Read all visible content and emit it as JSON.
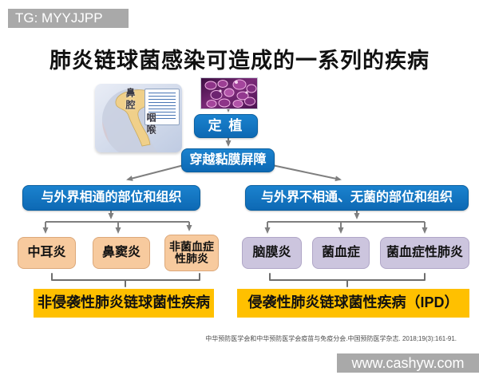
{
  "watermarks": {
    "top": "TG: MYYJJPP",
    "bottom": "www.cashyw.com"
  },
  "title": "肺炎链球菌感染可造成的一系列的疾病",
  "anatomy": {
    "nose_label": "鼻腔",
    "throat_label": "咽喉"
  },
  "flow": {
    "colonization": "定 植",
    "barrier": "穿越黏膜屏障",
    "branch_left": "与外界相通的部位和组织",
    "branch_right": "与外界不相通、无菌的部位和组织",
    "diseases_left": [
      "中耳炎",
      "鼻窦炎",
      "非菌血症性肺炎"
    ],
    "diseases_right": [
      "脑膜炎",
      "菌血症",
      "菌血症性肺炎"
    ],
    "summary_left": "非侵袭性肺炎链球菌性疾病",
    "summary_right": "侵袭性肺炎链球菌性疾病（IPD）"
  },
  "citation": "中华预防医学会和中华预防医学会疫苗与免疫分会.中国预防医学杂志. 2018;19(3):161-91.",
  "colors": {
    "flow_blue": "#0E71BD",
    "orange_fill": "#F7CA9E",
    "purple_fill": "#CCC5DE",
    "yellow": "#FFC000",
    "connector_gray": "#7F7F7F",
    "watermark_gray": "#A9A9A9"
  }
}
